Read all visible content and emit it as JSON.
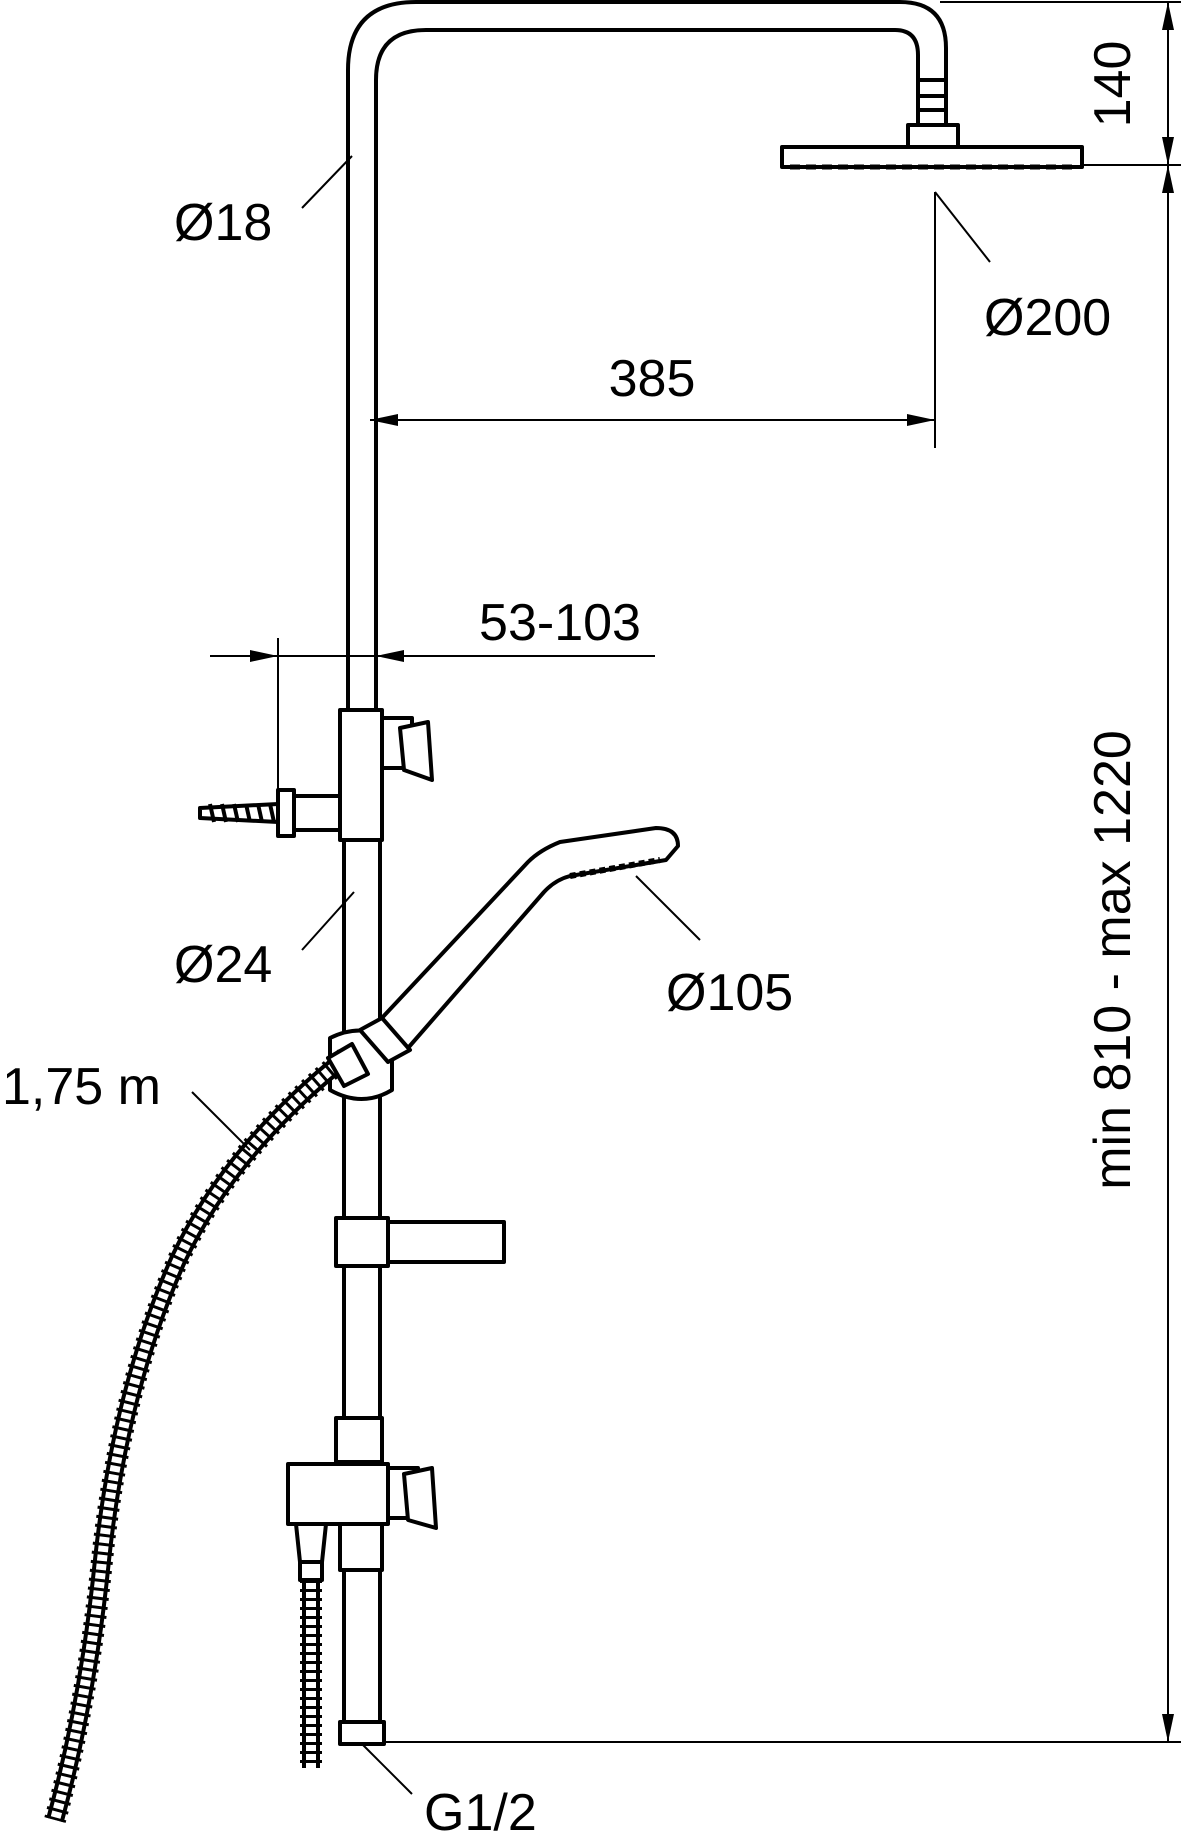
{
  "labels": {
    "pipe_diameter": "Ø18",
    "head_diameter": "Ø200",
    "arm_reach": "385",
    "bracket_depth": "53-103",
    "rail_diameter": "Ø24",
    "handshower_diameter": "Ø105",
    "hose_length": "1,75 m",
    "head_drop": "140",
    "height_range": "min 810 - max 1220",
    "connection_thread": "G1/2"
  },
  "colors": {
    "line": "#000000",
    "background": "#ffffff"
  }
}
